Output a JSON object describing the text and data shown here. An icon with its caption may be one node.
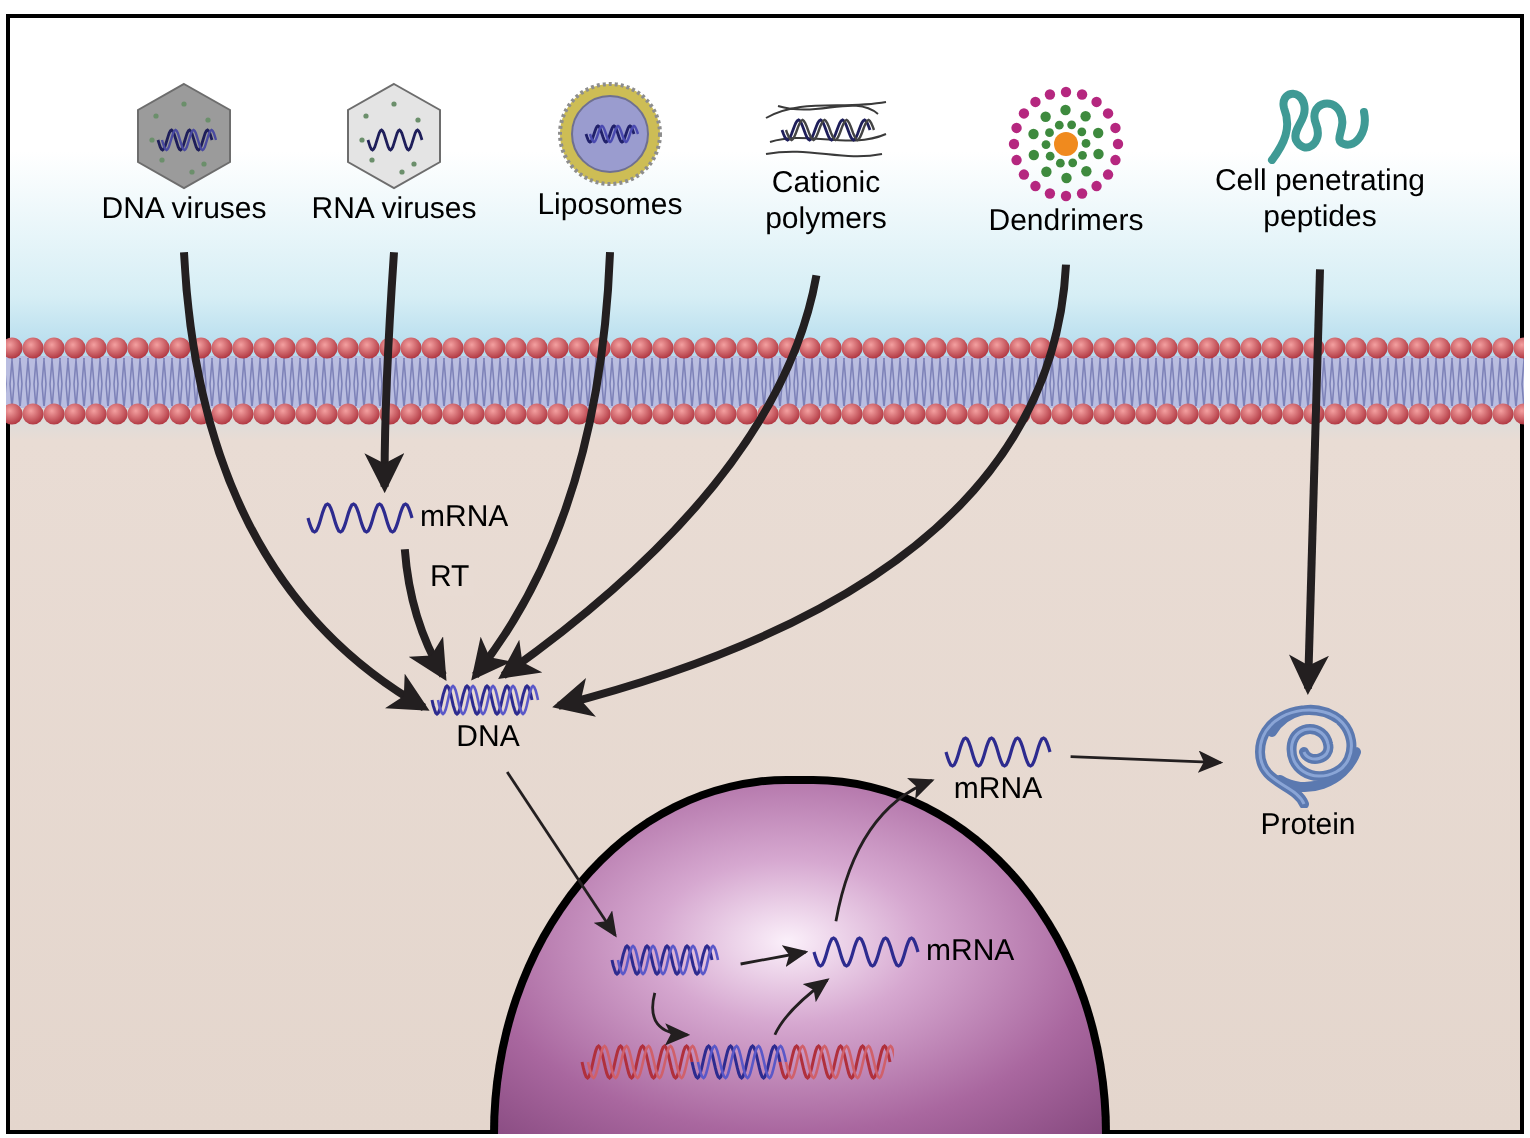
{
  "diagram": {
    "nodes": [
      {
        "text": [
          "DNA viruses"
        ]
      },
      {
        "text": [
          "RNA viruses"
        ]
      },
      {
        "text": [
          "Liposomes"
        ]
      },
      {
        "text": [
          "Cationic polymers"
        ]
      },
      {
        "text": [
          "Dendrimers"
        ]
      },
      {
        "text": [
          "Cell penetrating peptides"
        ]
      },
      {
        "text": [
          "mRNA"
        ]
      },
      {
        "text": [
          "DNA"
        ]
      },
      {
        "text": [],
        "shape": "circle"
      },
      {
        "text": [],
        "shape": "picture",
        "in": 8
      },
      {
        "text": [
          "mRNA"
        ],
        "in": 8
      },
      {
        "text": [],
        "shape": "picture",
        "in": 8
      },
      {
        "text": [
          "mRNA"
        ]
      },
      {
        "text": [
          "Protein"
        ]
      }
    ],
    "edges": [
      {
        "from": 0,
        "to": 7,
        "arrow": "to"
      },
      {
        "from": 1,
        "to": 6,
        "arrow": "to"
      },
      {
        "from": 6,
        "to": 7,
        "arrow": "to",
        "label": "RT"
      },
      {
        "from": 2,
        "to": 7,
        "arrow": "to"
      },
      {
        "from": 3,
        "to": 7,
        "arrow": "to"
      },
      {
        "from": 4,
        "to": 7,
        "arrow": "to"
      },
      {
        "from": 5,
        "to": 13,
        "arrow": "to"
      },
      {
        "from": 7,
        "to": 9,
        "arrow": "to"
      },
      {
        "from": 9,
        "to": 10,
        "arrow": "to"
      },
      {
        "from": 9,
        "to": 11,
        "arrow": "to"
      },
      {
        "from": 11,
        "to": 10,
        "arrow": "to"
      },
      {
        "from": 10,
        "to": 12,
        "arrow": "to"
      },
      {
        "from": 12,
        "to": 13,
        "arrow": "to"
      }
    ]
  }
}
